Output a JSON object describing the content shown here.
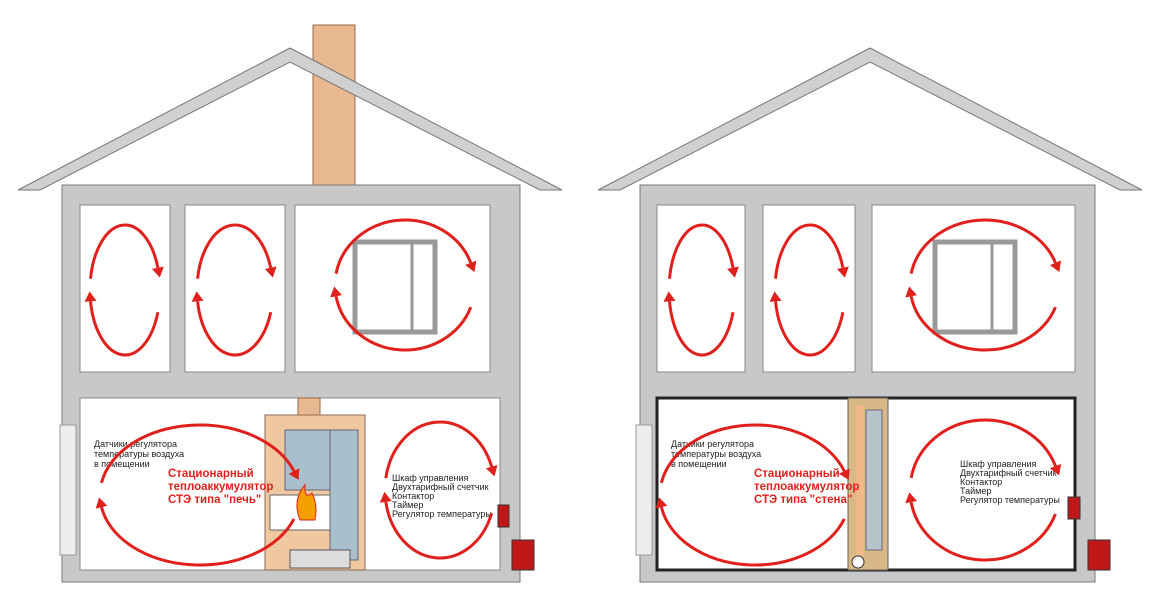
{
  "colors": {
    "heat_arrow": "#e0201c",
    "cold_arrow": "#1e9ad6",
    "wall": "#c8c8c8",
    "outline": "#7a7a7a"
  },
  "houses": [
    {
      "sensor_label": [
        "Датчики регулятора",
        "температуры воздуха",
        "в помещении"
      ],
      "accumulator_label": [
        "Стационарный",
        "теплоаккумулятор",
        "СТЭ типа \"печь\""
      ],
      "cabinet_label": [
        "Шкаф управления",
        "Двухтарифный счетчик",
        "Контактор",
        "Таймер",
        "Регулятор температуры"
      ]
    },
    {
      "sensor_label": [
        "Датчики регулятора",
        "температуры воздуха",
        "в помещении"
      ],
      "accumulator_label": [
        "Стационарный",
        "теплоаккумулятор",
        "СТЭ типа \"стена\""
      ],
      "cabinet_label": [
        "Шкаф управления",
        "Двухтарифный счетчик",
        "Контактор",
        "Таймер",
        "Регулятор температуры"
      ]
    }
  ]
}
